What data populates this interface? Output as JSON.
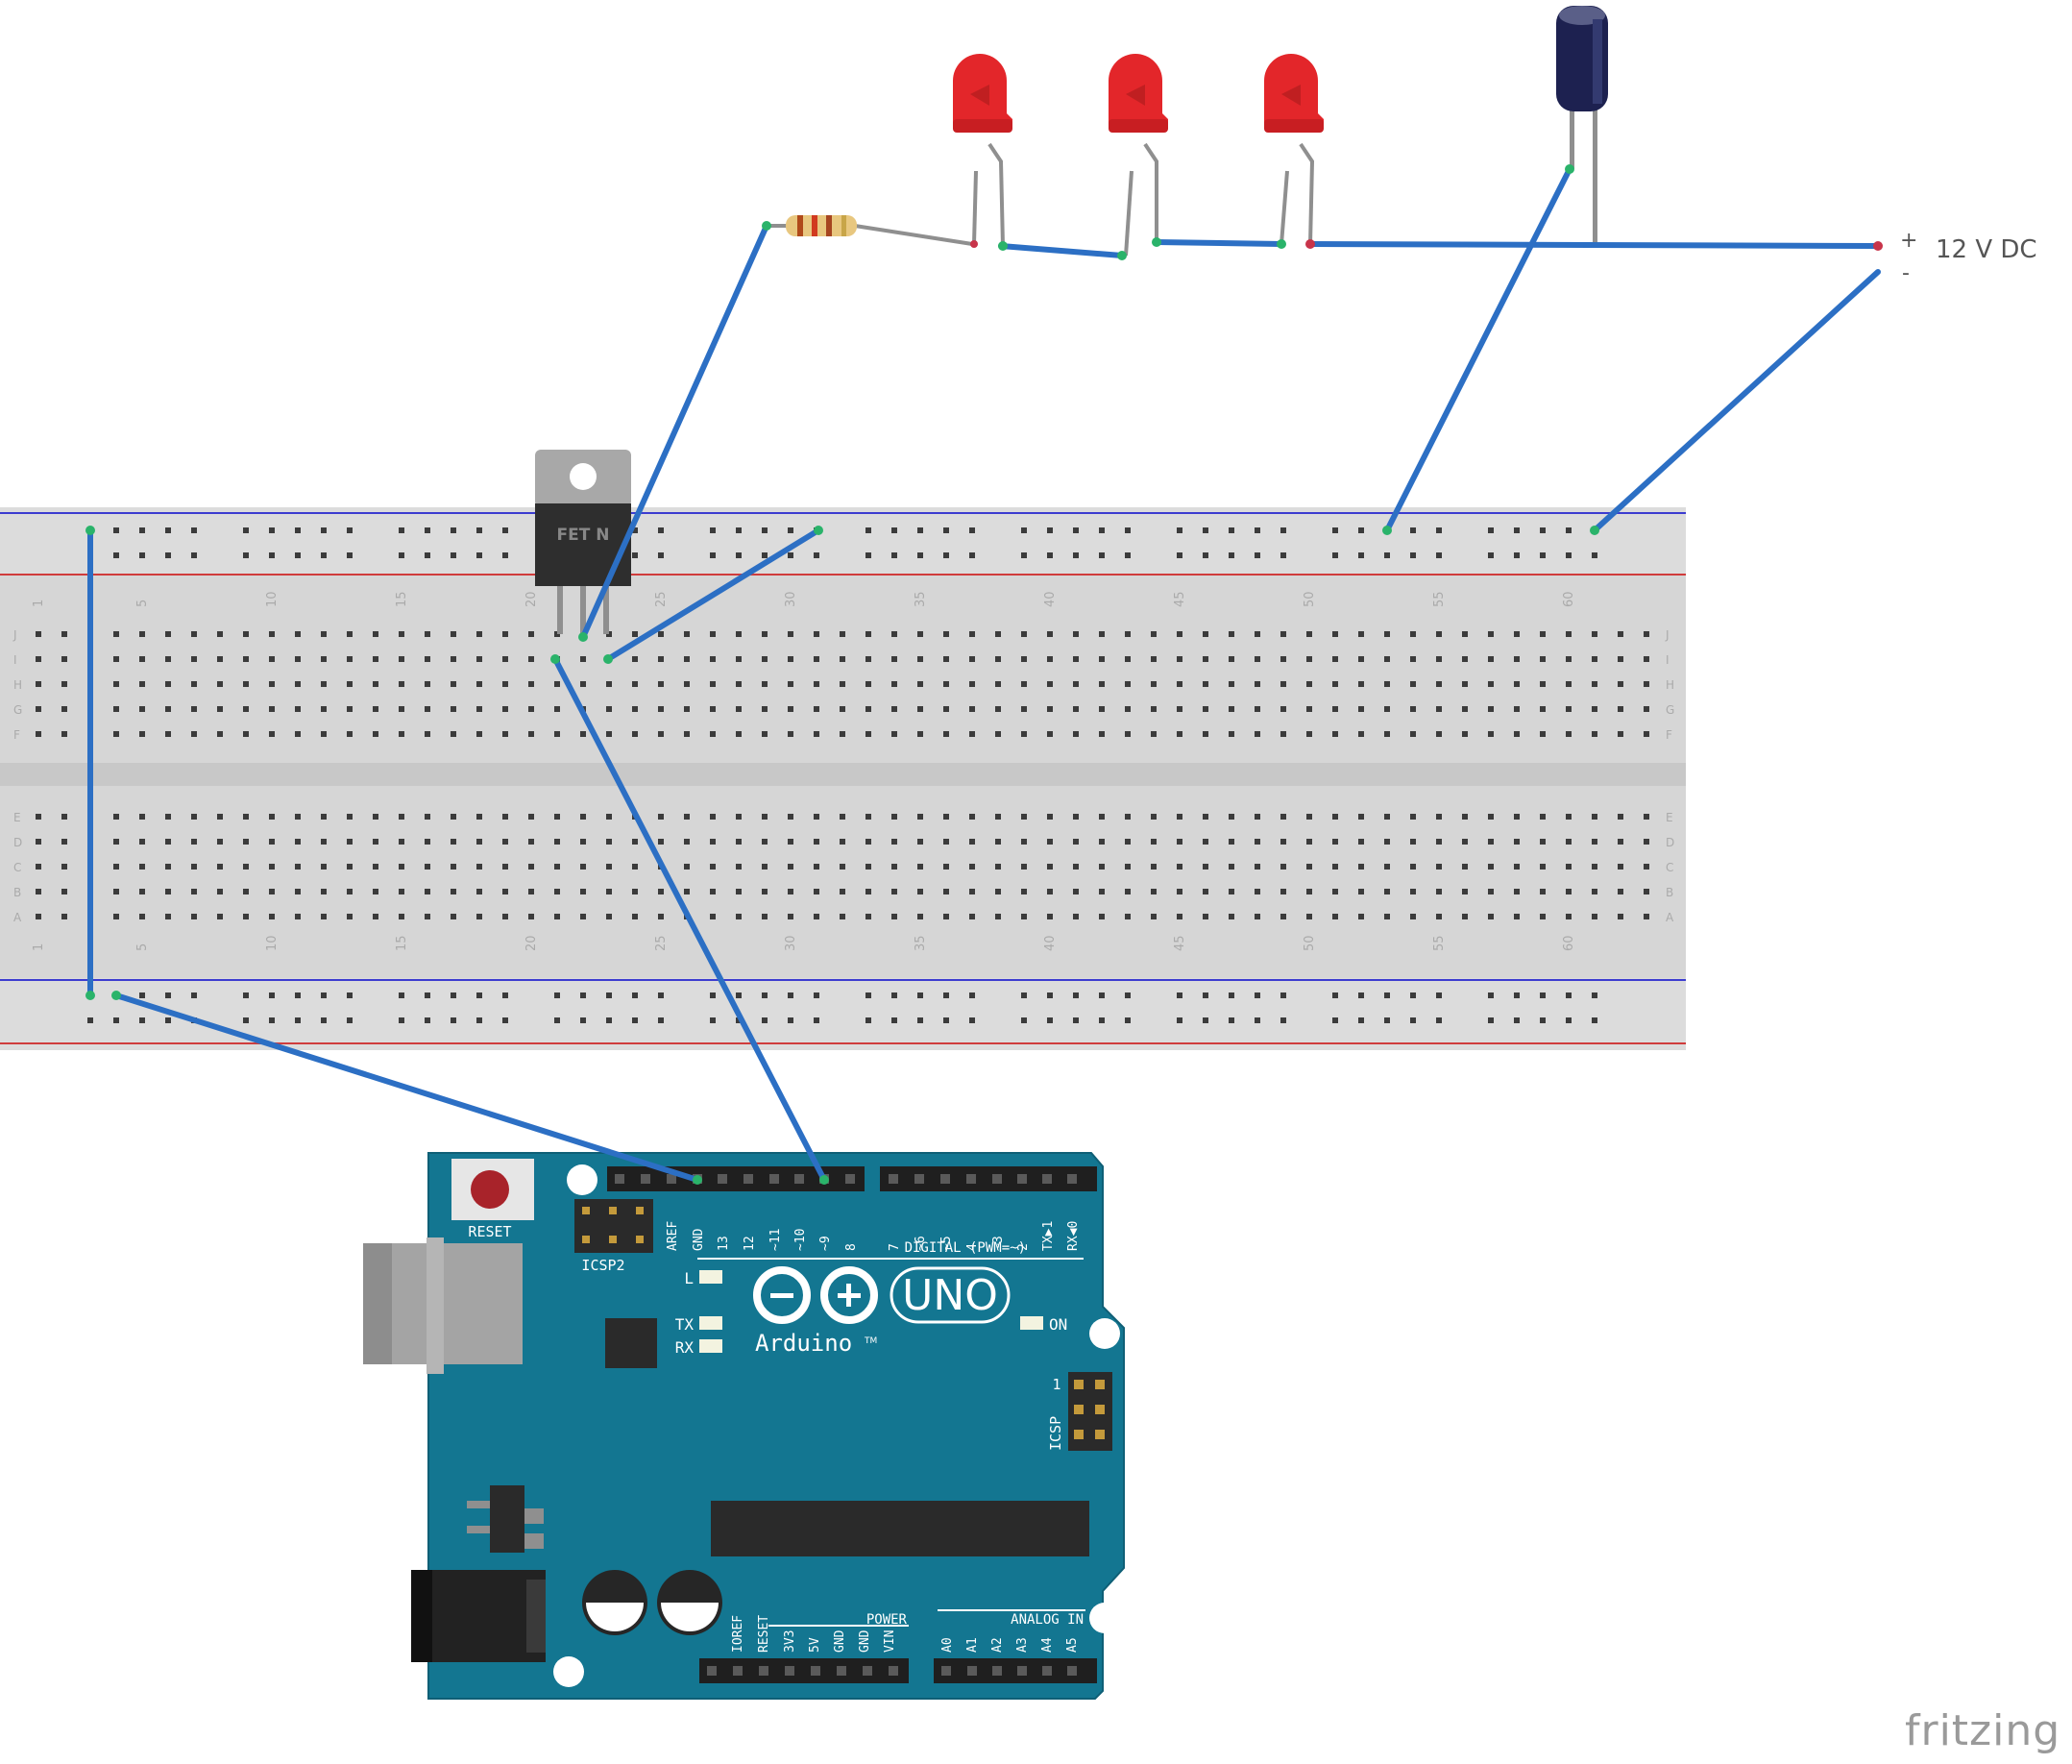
{
  "supply": {
    "plus": "+",
    "minus": "-",
    "label": "12 V DC"
  },
  "transistor": {
    "label": "FET N"
  },
  "breadboard": {
    "row_letters_top": [
      "J",
      "I",
      "H",
      "G",
      "F"
    ],
    "row_letters_bottom": [
      "E",
      "D",
      "C",
      "B",
      "A"
    ],
    "column_numbers": [
      "1",
      "5",
      "10",
      "15",
      "20",
      "25",
      "30",
      "35",
      "40",
      "45",
      "50",
      "55",
      "60"
    ]
  },
  "arduino": {
    "reset_label": "RESET",
    "icsp2_label": "ICSP2",
    "icsp_label": "ICSP",
    "icsp_pin1": "1",
    "digital_header_label": "DIGITAL (PWM=~)",
    "digital_pins": [
      "AREF",
      "GND",
      "13",
      "12",
      "~11",
      "~10",
      "~9",
      "8",
      "7",
      "~6",
      "~5",
      "4",
      "~3",
      "2",
      "TX▶1",
      "RX◀0"
    ],
    "led_labels": [
      "L",
      "TX",
      "RX",
      "ON"
    ],
    "brand": "Arduino",
    "model": "UNO",
    "trademark": "TM",
    "power_header_label": "POWER",
    "analog_header_label": "ANALOG IN",
    "power_pins": [
      "IOREF",
      "RESET",
      "3V3",
      "5V",
      "GND",
      "GND",
      "VIN"
    ],
    "analog_pins": [
      "A0",
      "A1",
      "A2",
      "A3",
      "A4",
      "A5"
    ]
  },
  "footer": {
    "logo": "fritzing"
  },
  "colors": {
    "wire": "#2c6fc4",
    "breadboard": "#dcdcdc",
    "rail_blue": "#3c3cd0",
    "rail_red": "#d03c3c",
    "board_teal": "#137691",
    "led_red": "#e3262a",
    "capacitor": "#1d2150"
  }
}
